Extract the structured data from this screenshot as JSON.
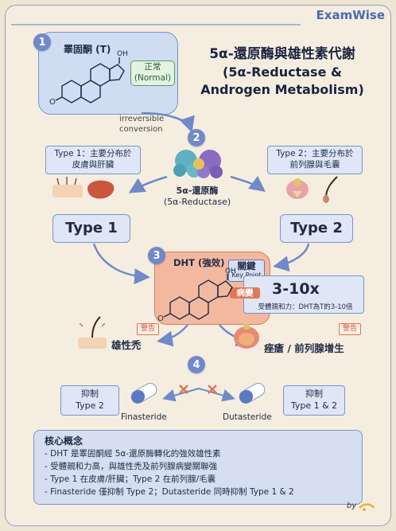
{
  "brand": "ExamWise",
  "title": {
    "line1": "5α-還原酶與雄性素代謝",
    "line2": "(5α-Reductase &",
    "line3": "Androgen Metabolism)"
  },
  "steps": [
    "1",
    "2",
    "3",
    "4"
  ],
  "step1": {
    "title": "睪固酮 (T)",
    "normal_line1": "正常",
    "normal_line2": "(Normal)",
    "oh": "OH",
    "o": "O"
  },
  "conversion": {
    "line1": "irreversible",
    "line2": "conversion"
  },
  "enzyme": {
    "line1": "5α-還原酶",
    "line2": "(5α-Reductase)"
  },
  "type1": {
    "desc_line1": "Type 1：主要分布於",
    "desc_line2": "皮膚與肝臟",
    "label": "Type 1"
  },
  "type2": {
    "desc_line1": "Type 2：主要分布於",
    "desc_line2": "前列腺與毛囊",
    "label": "Type 2"
  },
  "dht": {
    "title": "DHT (強效)",
    "oh": "OH",
    "o": "O",
    "key": "關鍵",
    "key_en": "Key Point",
    "pathology": "病變",
    "ratio": "3-10x",
    "affinity": "受體親和力：DHT為T的3-10倍"
  },
  "effects": {
    "warn": "警告",
    "left": "雄性禿",
    "right": "痤瘡 / 前列腺增生"
  },
  "inhibitors": {
    "left_box_line1": "抑制",
    "left_box_line2": "Type 2",
    "right_box_line1": "抑制",
    "right_box_line2": "Type 1 & 2",
    "drug1": "Finasteride",
    "drug2": "Dutasteride"
  },
  "concepts": {
    "title": "核心概念",
    "items": [
      "- DHT 是睪固酮經 5α-還原酶轉化的強效雄性素",
      "- 受體親和力高，與雄性禿及前列腺病變關聯強",
      "- Type 1 在皮膚/肝臟；Type 2 在前列腺/毛囊",
      "- Finasteride 僅抑制 Type 2；Dutasteride 同時抑制 Type 1 & 2"
    ]
  },
  "footer": "by",
  "colors": {
    "accent": "#6f89c9",
    "warning": "#e07552",
    "dht_fill": "#f3b9a0",
    "normal_green": "#5e9a5e"
  }
}
